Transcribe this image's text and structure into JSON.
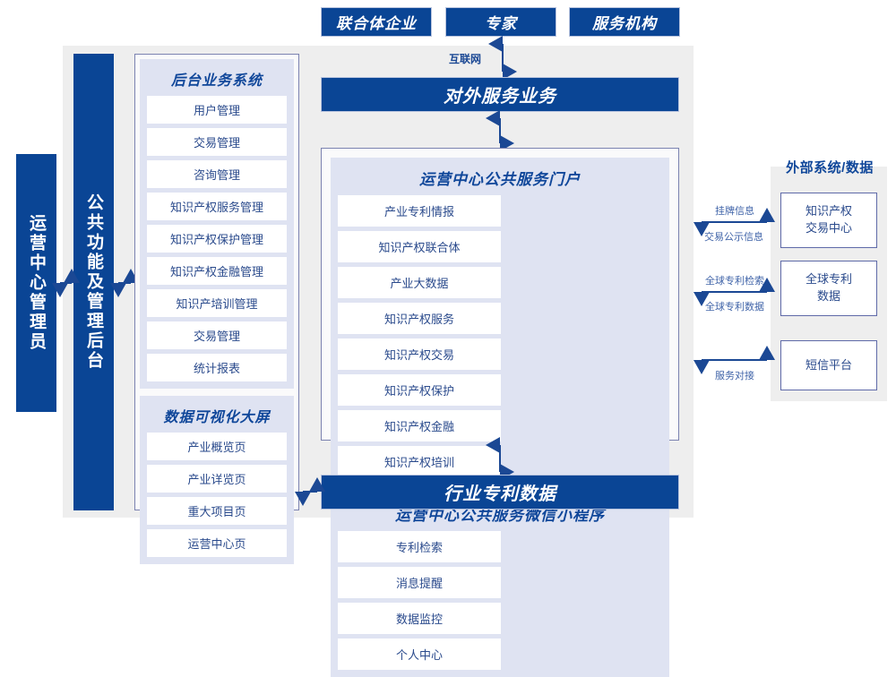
{
  "colors": {
    "primary_blue": "#0a4595",
    "title_blue": "#10479a",
    "cell_text": "#2a4a8c",
    "stage_gray": "#eeeeee",
    "group_lavender": "#dfe3f2",
    "panel_border": "#7b82b0",
    "arrow_blue": "#1b4894"
  },
  "top_actors": [
    {
      "label": "联合体企业"
    },
    {
      "label": "专家"
    },
    {
      "label": "服务机构"
    }
  ],
  "internet_label": "互联网",
  "external_service": {
    "label": "对外服务业务"
  },
  "left_roles": [
    {
      "label": "运营中心管理员"
    },
    {
      "label": "公共功能及管理后台"
    }
  ],
  "backoffice": {
    "title": "后台业务系统",
    "items": [
      "用户管理",
      "交易管理",
      "咨询管理",
      "知识产权服务管理",
      "知识产权保护管理",
      "知识产权金融管理",
      "知识产培训管理",
      "交易管理",
      "统计报表"
    ]
  },
  "dashboard": {
    "title": "数据可视化大屏",
    "items": [
      "产业概览页",
      "产业详览页",
      "重大项目页",
      "运营中心页"
    ]
  },
  "portal": {
    "title": "运营中心公共服务门户",
    "items": [
      "产业专利情报",
      "知识产权联合体",
      "产业大数据",
      "知识产权服务",
      "知识产权交易",
      "知识产权保护",
      "知识产权金融",
      "知识产权培训"
    ]
  },
  "miniprogram": {
    "title": "运营中心公共服务微信小程序",
    "items": [
      "专利检索",
      "消息提醒",
      "数据监控",
      "个人中心"
    ]
  },
  "industry_data": {
    "label": "行业专利数据"
  },
  "external": {
    "title": "外部系统/数据",
    "boxes": [
      {
        "line1": "知识产权",
        "line2": "交易中心"
      },
      {
        "line1": "全球专利",
        "line2": "数据"
      },
      {
        "line1": "短信平台",
        "line2": ""
      }
    ],
    "connections": [
      {
        "above": "挂牌信息",
        "below": "交易公示信息"
      },
      {
        "above": "全球专利检索",
        "below": "全球专利数据"
      },
      {
        "above": "",
        "below": "服务对接"
      }
    ]
  }
}
